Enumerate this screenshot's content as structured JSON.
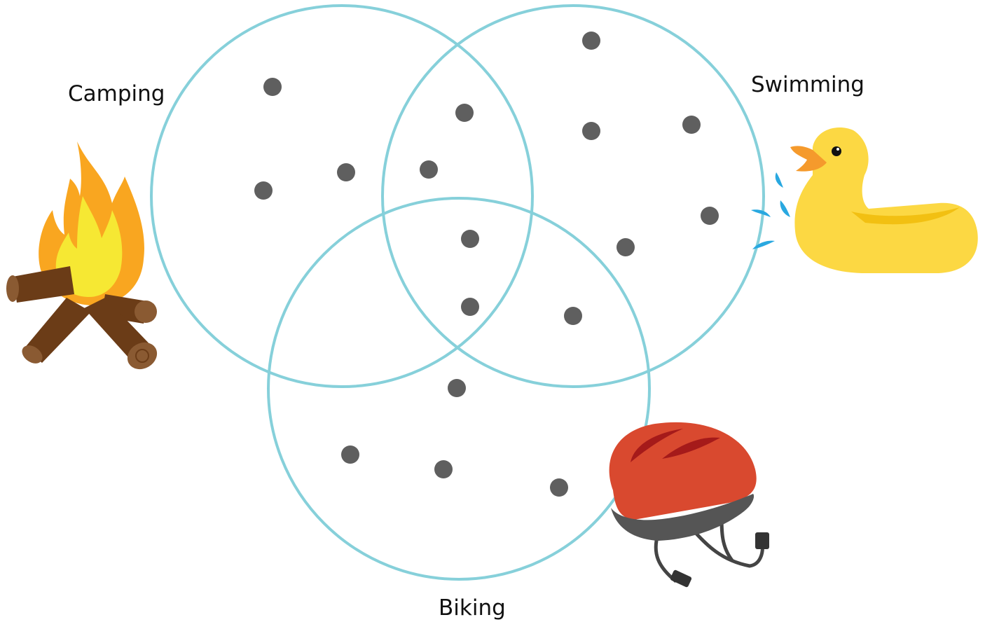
{
  "diagram": {
    "type": "venn",
    "sets": [
      {
        "id": "camping",
        "label": "Camping",
        "icon": "campfire-icon"
      },
      {
        "id": "swimming",
        "label": "Swimming",
        "icon": "rubber-duck-icon"
      },
      {
        "id": "biking",
        "label": "Biking",
        "icon": "bike-helmet-icon"
      }
    ],
    "region_counts": {
      "camping_only": 3,
      "swimming_only": 5,
      "biking_only": 4,
      "camping_and_swimming_only": 2,
      "camping_and_biking_only": 0,
      "swimming_and_biking_only": 1,
      "all_three": 2
    },
    "colors": {
      "circle_stroke": "#86d0da",
      "dot": "#5f5f5f",
      "flame_outer": "#f9a620",
      "flame_inner": "#f6e833",
      "log": "#6b3c17",
      "duck_body": "#fcd843",
      "duck_beak": "#f59a2c",
      "water_drop": "#29a8e0",
      "helmet_shell": "#d9492f",
      "helmet_vent": "#a51a1a",
      "helmet_band": "#555555"
    }
  }
}
